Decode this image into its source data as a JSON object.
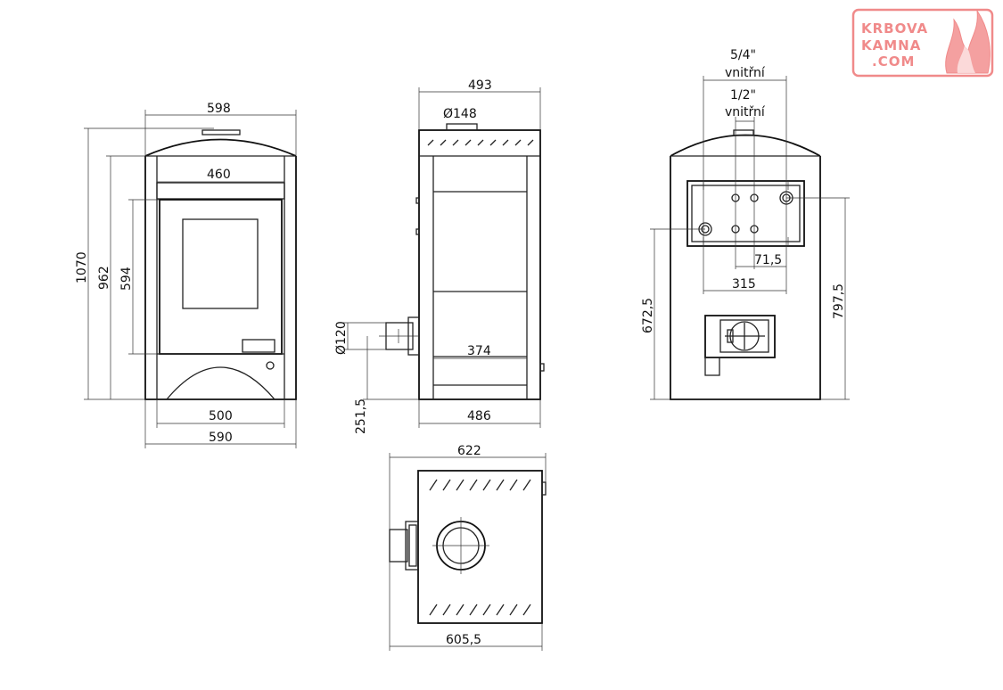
{
  "logo": {
    "line1": "KRBOVA",
    "line2": "KAMNA",
    "line3": ".COM",
    "color": "#f08a8a"
  },
  "front_view": {
    "top_width": "598",
    "door_width": "460",
    "height_total": "1070",
    "height_body": "962",
    "height_door": "594",
    "base_inner": "500",
    "base_outer": "590"
  },
  "side_view": {
    "top_depth": "493",
    "flue_top": "Ø148",
    "flue_rear": "Ø120",
    "flue_rear_height": "251,5",
    "inner_depth": "374",
    "base_depth": "486"
  },
  "rear_view": {
    "conn_large_label": "5/4\"",
    "conn_large_sub": "vnitřní",
    "conn_small_label": "1/2\"",
    "conn_small_sub": "vnitřní",
    "spacing_small": "71,5",
    "spacing_large": "315",
    "height_lower": "672,5",
    "height_upper": "797,5"
  },
  "top_view": {
    "width_top": "622",
    "width_bottom": "605,5"
  }
}
